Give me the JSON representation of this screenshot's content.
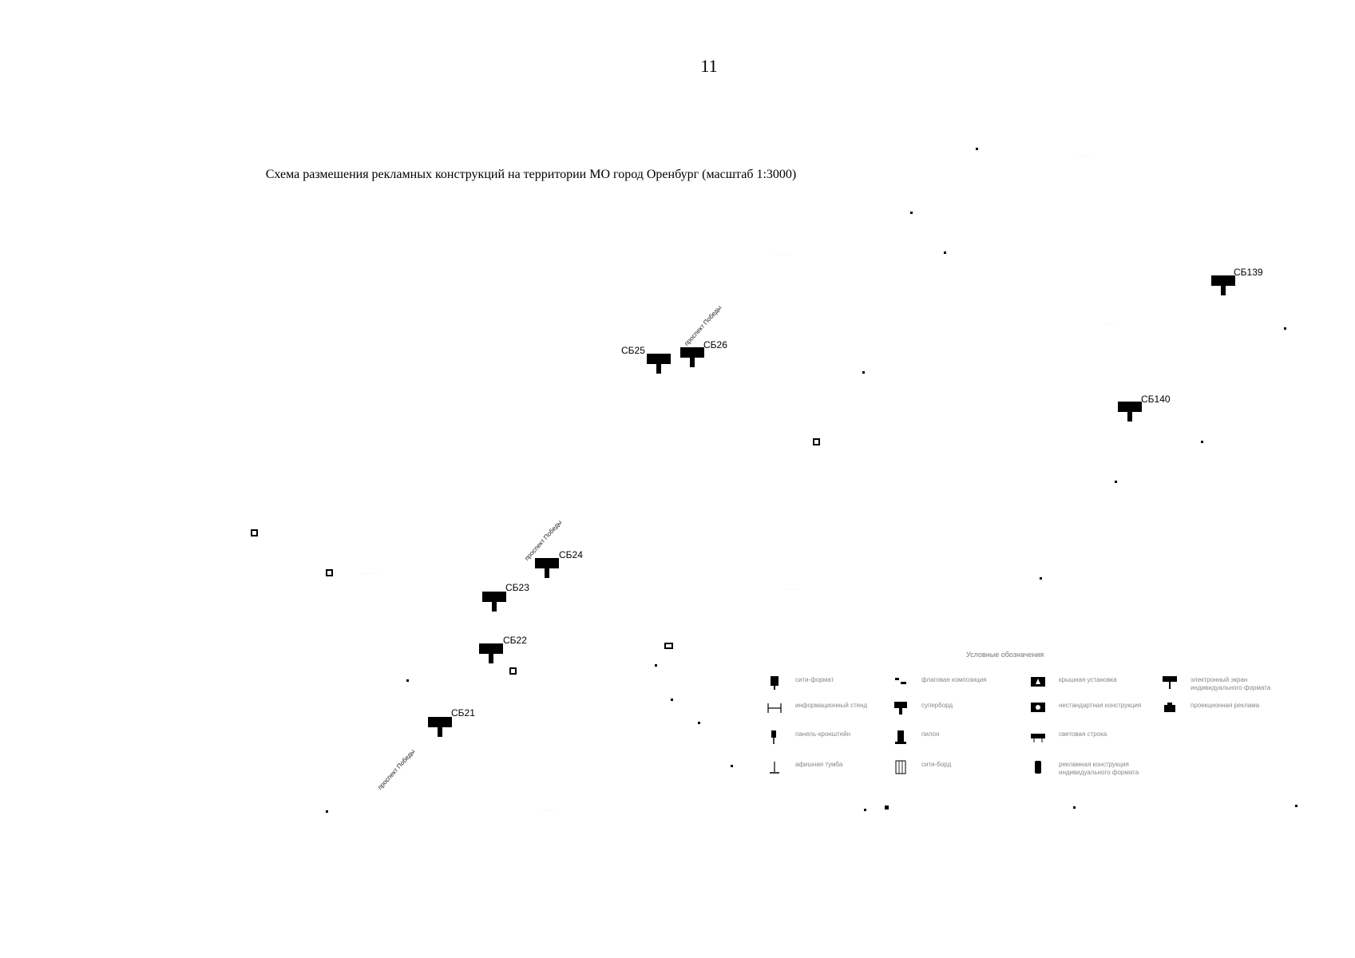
{
  "page_number": "11",
  "title": "Схема размешения рекламных конструкций на территории МО город Оренбург (масштаб 1:3000)",
  "markers": [
    {
      "label": "СБ21"
    },
    {
      "label": "СБ22"
    },
    {
      "label": "СБ23"
    },
    {
      "label": "СБ24"
    },
    {
      "label": "СБ25"
    },
    {
      "label": "СБ26"
    },
    {
      "label": "СБ139"
    },
    {
      "label": "СБ140"
    }
  ],
  "streets": [
    {
      "label": "проспект Победы"
    },
    {
      "label": "проспект Победы"
    },
    {
      "label": "проспект Победы"
    }
  ],
  "legend": {
    "title": "Условные обозначения",
    "items": [
      {
        "label": "сити-формат",
        "icon": "city-format-icon"
      },
      {
        "label": "флаговая композиция",
        "icon": "flag-composition-icon"
      },
      {
        "label": "крышная установка",
        "icon": "roof-installation-icon"
      },
      {
        "label": "электронный экран индивидуального формата",
        "icon": "electronic-screen-icon"
      },
      {
        "label": "информационный стенд",
        "icon": "info-stand-icon"
      },
      {
        "label": "суперборд",
        "icon": "superboard-icon"
      },
      {
        "label": "нестандартная конструкция",
        "icon": "nonstandard-construction-icon"
      },
      {
        "label": "проекционная реклама",
        "icon": "projection-ad-icon"
      },
      {
        "label": "панель-кронштейн",
        "icon": "panel-bracket-icon"
      },
      {
        "label": "пилон",
        "icon": "pylon-icon"
      },
      {
        "label": "световая строка",
        "icon": "light-line-icon"
      },
      {
        "label": "афишная тумба",
        "icon": "poster-column-icon"
      },
      {
        "label": "сити-борд",
        "icon": "city-board-icon"
      },
      {
        "label": "рекламная конструкция индивидуального формата",
        "icon": "individual-format-icon"
      }
    ]
  }
}
